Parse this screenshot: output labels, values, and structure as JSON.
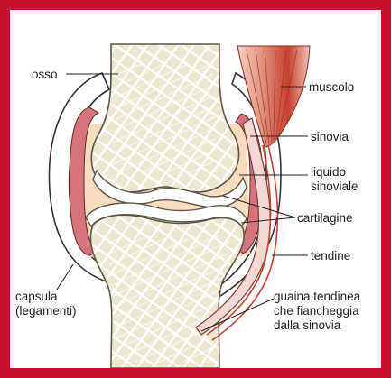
{
  "labels": {
    "osso": "osso",
    "muscolo": "muscolo",
    "sinovia": "sinovia",
    "liquido_line1": "liquido",
    "liquido_line2": "sinoviale",
    "cartilagine": "cartilagine",
    "tendine": "tendine",
    "capsula_line1": "capsula",
    "capsula_line2": "(legamenti)",
    "guaina_line1": "guaina tendinea",
    "guaina_line2": "che fiancheggia",
    "guaina_line3": "dalla sinovia"
  },
  "colors": {
    "frame": "#c8102e",
    "bone": "#ece7cf",
    "bone_outline": "#5a5548",
    "bone_lattice": "#ffffff",
    "cartilage": "#ffffff",
    "synovial_fluid": "#f7dcc0",
    "synovium": "#d6737b",
    "capsule_outline": "#333333",
    "muscle_light": "#f3c6bc",
    "muscle_dark": "#c8402e",
    "tendon": "#f1d9d2",
    "leader_line": "#222222"
  }
}
